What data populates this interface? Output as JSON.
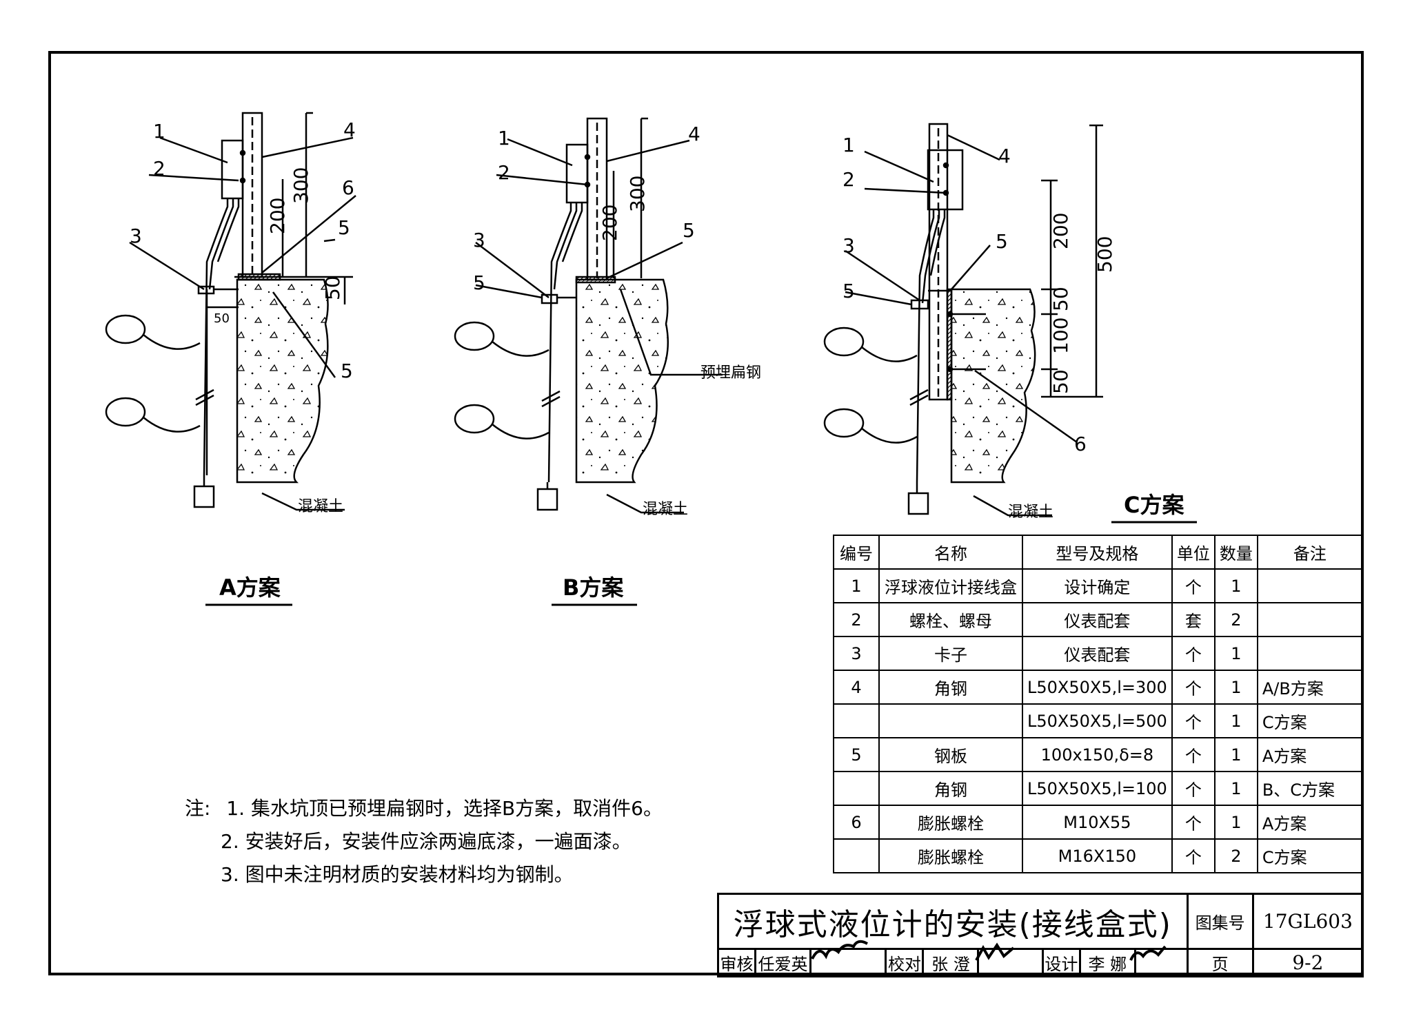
{
  "variants": {
    "a": {
      "caption": "A方案",
      "callouts": [
        "1",
        "2",
        "3",
        "4",
        "5",
        "5",
        "6"
      ],
      "dims": [
        "200",
        "300",
        "50",
        "50"
      ],
      "material": "混凝土"
    },
    "b": {
      "caption": "B方案",
      "callouts": [
        "1",
        "2",
        "3",
        "4",
        "5",
        "5"
      ],
      "dims": [
        "200",
        "300"
      ],
      "embedded_label": "预埋扁钢",
      "material": "混凝土"
    },
    "c": {
      "caption": "C方案",
      "callouts": [
        "1",
        "2",
        "3",
        "4",
        "5",
        "5",
        "6"
      ],
      "dims": [
        "200",
        "50",
        "100",
        "50",
        "500"
      ],
      "material": "混凝土"
    }
  },
  "notes": {
    "prefix": "注:",
    "items": [
      "1. 集水坑顶已预埋扁钢时，选择B方案，取消件6。",
      "2. 安装好后，安装件应涂两遍底漆，一遍面漆。",
      "3. 图中未注明材质的安装材料均为钢制。"
    ]
  },
  "bom": {
    "headers": [
      "编号",
      "名称",
      "型号及规格",
      "单位",
      "数量",
      "备注"
    ],
    "rows": [
      [
        "1",
        "浮球液位计接线盒",
        "设计确定",
        "个",
        "1",
        ""
      ],
      [
        "2",
        "螺栓、螺母",
        "仪表配套",
        "套",
        "2",
        ""
      ],
      [
        "3",
        "卡子",
        "仪表配套",
        "个",
        "1",
        ""
      ],
      [
        "4",
        "角钢",
        "L50X50X5,l=300",
        "个",
        "1",
        "A/B方案"
      ],
      [
        "",
        "",
        "L50X50X5,l=500",
        "个",
        "1",
        "C方案"
      ],
      [
        "5",
        "钢板",
        "100x150,δ=8",
        "个",
        "1",
        "A方案"
      ],
      [
        "",
        "角钢",
        "L50X50X5,l=100",
        "个",
        "1",
        "B、C方案"
      ],
      [
        "6",
        "膨胀螺栓",
        "M10X55",
        "个",
        "1",
        "A方案"
      ],
      [
        "",
        "膨胀螺栓",
        "M16X150",
        "个",
        "2",
        "C方案"
      ]
    ]
  },
  "title_block": {
    "title": "浮球式液位计的安装(接线盒式)",
    "atlas_label": "图集号",
    "atlas_no": "17GL603",
    "review_label": "审核",
    "reviewer": "任爱英",
    "check_label": "校对",
    "checker": "张 澄",
    "design_label": "设计",
    "designer": "李 娜",
    "page_label": "页",
    "page_no": "9-2"
  }
}
